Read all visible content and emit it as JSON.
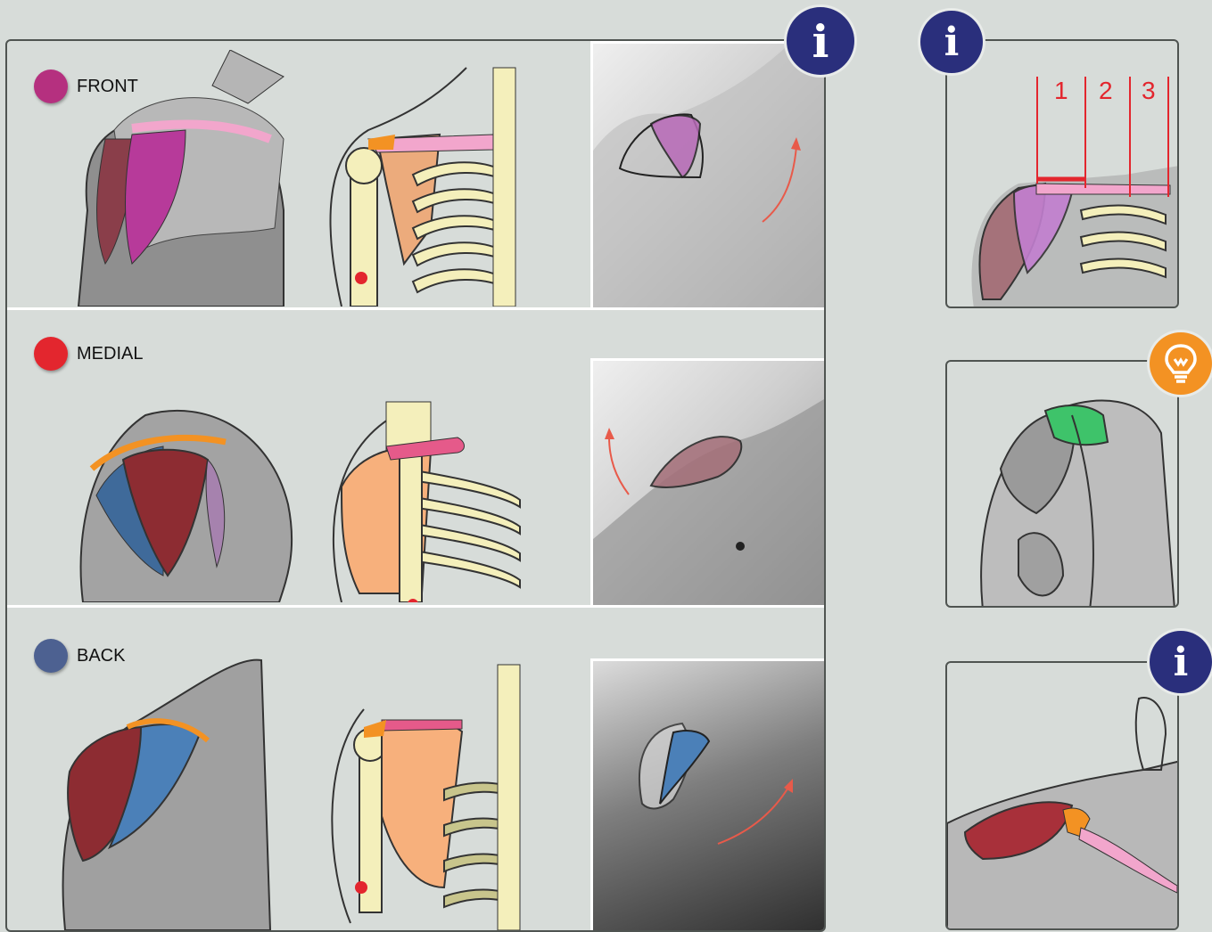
{
  "rows": [
    {
      "label": "FRONT",
      "color": "#b5307f"
    },
    {
      "label": "MEDIAL",
      "color": "#e3262e"
    },
    {
      "label": "BACK",
      "color": "#4d6191"
    }
  ],
  "icons": {
    "info_glyph": "i",
    "info_color": "#2a2f7c",
    "tip_color": "#f39223",
    "tip_icon": "lightbulb-icon"
  },
  "measure": {
    "labels": [
      "1",
      "2",
      "3"
    ],
    "color": "#e3262e"
  }
}
